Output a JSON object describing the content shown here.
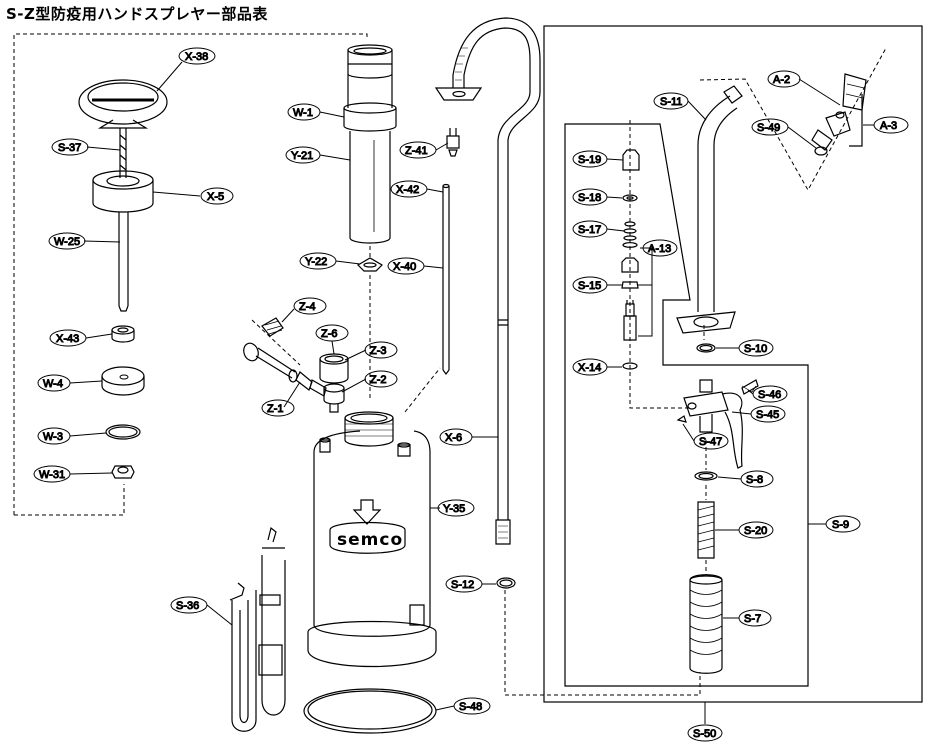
{
  "title": "S-Z型防疫用ハンドスプレヤー部品表",
  "brand": "semco",
  "labels": {
    "X38": "X-38",
    "S37": "S-37",
    "X5": "X-5",
    "W25": "W-25",
    "X43": "X-43",
    "W4": "W-4",
    "W3": "W-3",
    "W31": "W-31",
    "W1": "W-1",
    "Y21": "Y-21",
    "Y22": "Y-22",
    "Z41": "Z-41",
    "X42": "X-42",
    "X40": "X-40",
    "Z4": "Z-4",
    "Z6": "Z-6",
    "Z3": "Z-3",
    "Z2": "Z-2",
    "Z1": "Z-1",
    "Y35": "Y-35",
    "X6": "X-6",
    "S12": "S-12",
    "S36": "S-36",
    "S48": "S-48",
    "S11": "S-11",
    "A2": "A-2",
    "S49": "S-49",
    "A3": "A-3",
    "S19": "S-19",
    "S18": "S-18",
    "S17": "S-17",
    "A13": "A-13",
    "S15": "S-15",
    "S10": "S-10",
    "X14": "X-14",
    "S46": "S-46",
    "S45": "S-45",
    "S47": "S-47",
    "S8": "S-8",
    "S9": "S-9",
    "S20": "S-20",
    "S7": "S-7",
    "S50": "S-50"
  }
}
